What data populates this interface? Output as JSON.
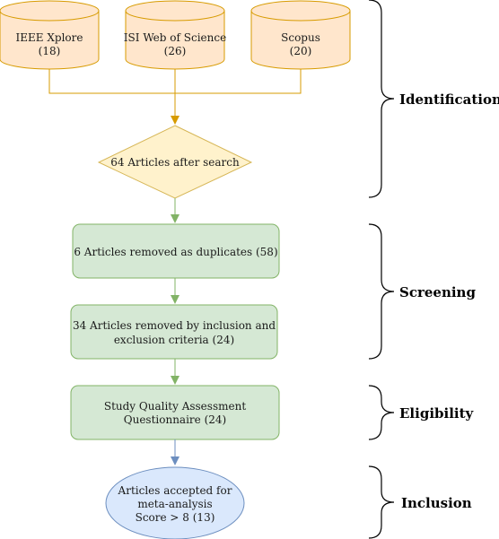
{
  "databases": [
    {
      "name": "IEEE Xplore",
      "count": "(18)"
    },
    {
      "name": "ISI Web of Science",
      "count": "(26)"
    },
    {
      "name": "Scopus",
      "count": "(20)"
    }
  ],
  "search": {
    "label": "64 Articles after search"
  },
  "duplicates": {
    "label": "6 Articles removed as duplicates (58)"
  },
  "criteria": {
    "line1": "34 Articles removed by inclusion and",
    "line2": "exclusion criteria (24)"
  },
  "quality": {
    "line1": "Study Quality Assessment",
    "line2": "Questionnaire (24)"
  },
  "accepted": {
    "line1": "Articles accepted for",
    "line2": "meta-analysis",
    "line3": "Score > 8 (13)"
  },
  "stages": {
    "identification": "Identification",
    "screening": "Screening",
    "eligibility": "Eligibility",
    "inclusion": "Inclusion"
  },
  "colors": {
    "db_fill": "#ffe6cc",
    "db_stroke": "#d79b00",
    "decision_fill": "#fff2cc",
    "decision_stroke": "#d6b656",
    "process_fill": "#d5e8d4",
    "process_stroke": "#82b366",
    "terminal_fill": "#dae8fc",
    "terminal_stroke": "#6c8ebf"
  }
}
